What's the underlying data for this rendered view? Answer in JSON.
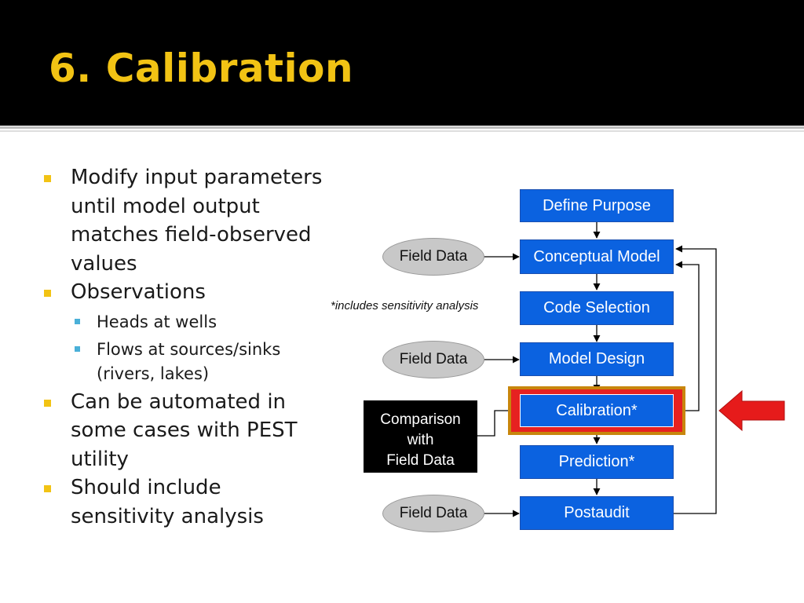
{
  "slide": {
    "title": "6. Calibration",
    "bullets": [
      {
        "text": "Modify input parameters until model output matches field-observed values"
      },
      {
        "text": "Observations",
        "sub": [
          "Heads at wells",
          "Flows at sources/sinks (rivers, lakes)"
        ]
      },
      {
        "text": "Can be automated in some cases with PEST utility"
      },
      {
        "text": "Should include sensitivity analysis"
      }
    ]
  },
  "diagram": {
    "steps": [
      "Define Purpose",
      "Conceptual Model",
      "Code Selection",
      "Model Design",
      "Calibration*",
      "Prediction*",
      "Postaudit"
    ],
    "field_data_label": "Field Data",
    "note": "*includes sensitivity analysis",
    "comparison": [
      "Comparison",
      "with",
      "Field Data"
    ],
    "highlighted_step": "Calibration*"
  },
  "colors": {
    "title": "#f2c314",
    "box": "#0b62e0",
    "highlight": "#e62121",
    "arrow": "#e61b1b",
    "bullet": "#f2c314",
    "sub_bullet": "#4ab0d8"
  }
}
